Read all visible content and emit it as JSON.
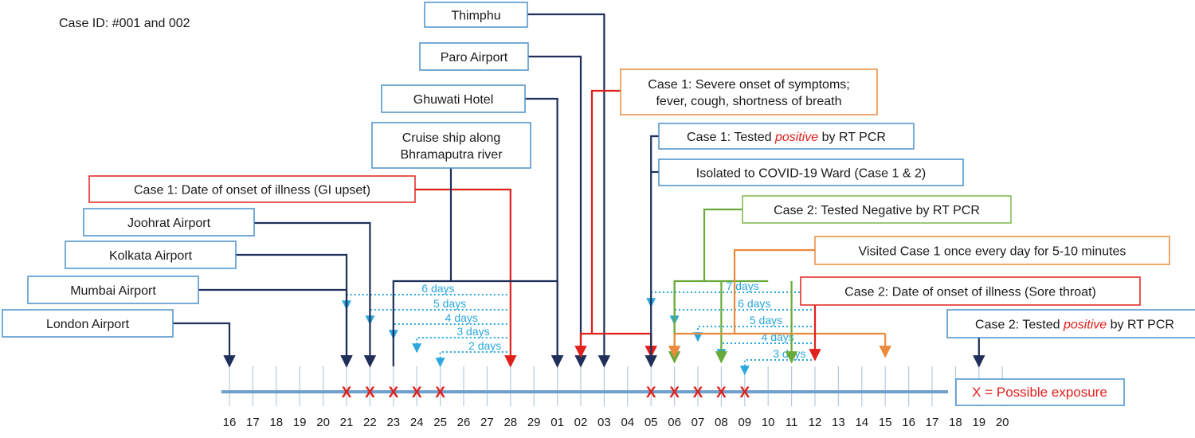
{
  "case_id": "Case ID: #001 and 002",
  "timeline_days": [
    "16",
    "17",
    "18",
    "19",
    "20",
    "21",
    "22",
    "23",
    "24",
    "25",
    "26",
    "27",
    "28",
    "29",
    "01",
    "02",
    "03",
    "04",
    "05",
    "06",
    "07",
    "08",
    "09",
    "10",
    "11",
    "12",
    "13",
    "14",
    "15",
    "16",
    "17",
    "18",
    "19",
    "20"
  ],
  "exposure_marks": {
    "symbol": "X",
    "day_indices": [
      5,
      6,
      7,
      8,
      9,
      18,
      19,
      20,
      21,
      22
    ]
  },
  "exposure_legend": "X = Possible exposure",
  "events": [
    {
      "id": "london-airport",
      "segments": [
        {
          "text": "London Airport"
        }
      ],
      "border": "#4a90c8",
      "line": "#1f2f5a",
      "day_index": 0
    },
    {
      "id": "mumbai-airport",
      "segments": [
        {
          "text": "Mumbai Airport"
        }
      ],
      "border": "#4a90c8",
      "line": "#1f2f5a",
      "day_index": 5
    },
    {
      "id": "kolkata-airport",
      "segments": [
        {
          "text": "Kolkata Airport"
        }
      ],
      "border": "#4a90c8",
      "line": "#1f2f5a",
      "day_index": 5
    },
    {
      "id": "joohrat-airport",
      "segments": [
        {
          "text": "Joohrat Airport"
        }
      ],
      "border": "#4a90c8",
      "line": "#1f2f5a",
      "day_index": 6
    },
    {
      "id": "case1-onset-gi",
      "segments": [
        {
          "text": "Case 1: Date of onset of illness (GI upset)"
        }
      ],
      "border": "#e0201b",
      "line": "#e0201b",
      "day_index": 12
    },
    {
      "id": "cruise-ship",
      "segments": [
        {
          "text": "Cruise ship along"
        },
        {
          "text": "Bhramaputra river"
        }
      ],
      "border": "#4a90c8",
      "line": "#1f2f5a",
      "day_span": [
        7,
        13
      ]
    },
    {
      "id": "ghuwati-hotel",
      "segments": [
        {
          "text": "Ghuwati Hotel"
        }
      ],
      "border": "#4a90c8",
      "line": "#1f2f5a",
      "day_index": 14
    },
    {
      "id": "paro-airport",
      "segments": [
        {
          "text": "Paro Airport"
        }
      ],
      "border": "#4a90c8",
      "line": "#1f2f5a",
      "day_index": 15
    },
    {
      "id": "thimphu",
      "segments": [
        {
          "text": "Thimphu"
        }
      ],
      "border": "#4a90c8",
      "line": "#1f2f5a",
      "day_index": 16
    },
    {
      "id": "case1-severe",
      "segments": [
        {
          "text": "Case 1: Severe onset of symptoms;"
        },
        {
          "text": "fever, cough, shortness of breath"
        }
      ],
      "border": "#ea8a3c",
      "line": "#e0201b",
      "day_span": [
        15,
        18
      ]
    },
    {
      "id": "case1-positive",
      "segments": [
        {
          "text": "Case 1: Tested "
        },
        {
          "text": "positive",
          "italic": true,
          "color": "#e0201b"
        },
        {
          "text": " by RT PCR"
        }
      ],
      "border": "#4a90c8",
      "line": "#1f2f5a",
      "day_index": 18
    },
    {
      "id": "isolated",
      "segments": [
        {
          "text": "Isolated to COVID-19 Ward (Case 1 & 2)"
        }
      ],
      "border": "#4a90c8",
      "line": "#1f2f5a",
      "day_index": 18
    },
    {
      "id": "case2-negative",
      "segments": [
        {
          "text": "Case 2: Tested Negative by RT PCR"
        }
      ],
      "border": "#7bb84a",
      "line": "#6aaa3a",
      "day_span": [
        19,
        24
      ]
    },
    {
      "id": "visited-case1",
      "segments": [
        {
          "text": "Visited Case 1 once every day for 5-10 minutes"
        }
      ],
      "border": "#ea8a3c",
      "line": "#ea8a3c",
      "day_span": [
        19,
        28
      ]
    },
    {
      "id": "case2-onset-sore",
      "segments": [
        {
          "text": "Case 2: Date of onset of illness (Sore throat)"
        }
      ],
      "border": "#e0201b",
      "line": "#e0201b",
      "day_index": 25
    },
    {
      "id": "case2-positive",
      "segments": [
        {
          "text": "Case 2: Tested "
        },
        {
          "text": "positive",
          "italic": true,
          "color": "#e0201b"
        },
        {
          "text": " by RT PCR"
        }
      ],
      "border": "#4a90c8",
      "line": "#1f2f5a",
      "day_index": 32
    }
  ],
  "incubation_intervals": [
    {
      "label": "6 days",
      "from_index": 5,
      "to_index": 12
    },
    {
      "label": "5 days",
      "from_index": 6,
      "to_index": 12
    },
    {
      "label": "4 days",
      "from_index": 7,
      "to_index": 12
    },
    {
      "label": "3 days",
      "from_index": 8,
      "to_index": 12
    },
    {
      "label": "2 days",
      "from_index": 9,
      "to_index": 12
    },
    {
      "label": "7 days",
      "from_index": 18,
      "to_index": 25
    },
    {
      "label": "6 days",
      "from_index": 19,
      "to_index": 25
    },
    {
      "label": "5 days",
      "from_index": 20,
      "to_index": 25
    },
    {
      "label": "4 days",
      "from_index": 21,
      "to_index": 25
    },
    {
      "label": "3 days",
      "from_index": 22,
      "to_index": 25
    }
  ],
  "colors": {
    "navy": "#1f2f5a",
    "red": "#e0201b",
    "orange": "#ea8a3c",
    "green": "#6aaa3a",
    "cyan": "#2aa7dd",
    "box_blue": "#4a90c8",
    "timeline": "#6f9fcb",
    "tick": "#b7c9dc"
  }
}
